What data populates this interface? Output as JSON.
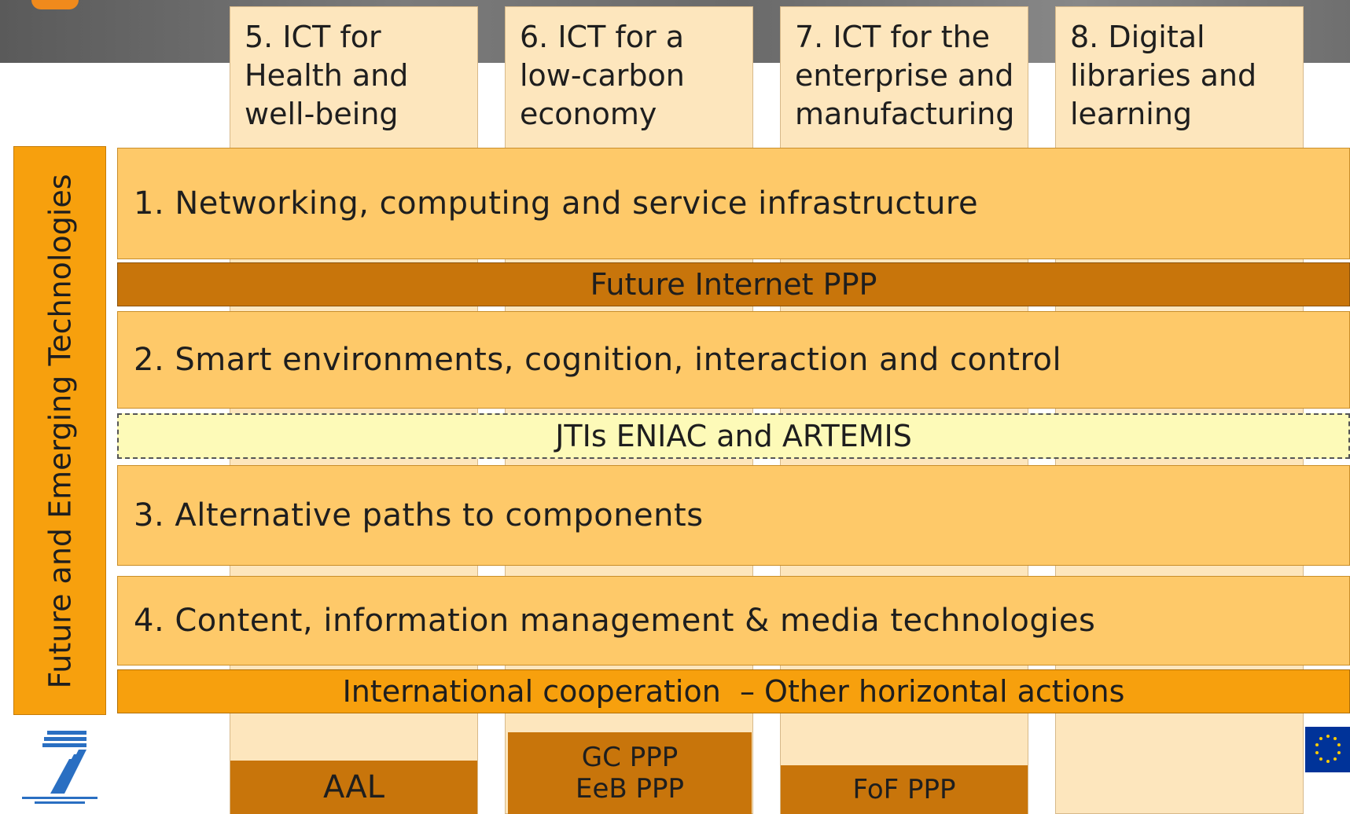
{
  "columns": [
    {
      "label": "5. ICT for Health and well-being"
    },
    {
      "label": "6. ICT for a low-carbon economy"
    },
    {
      "label": "7. ICT for the enterprise and manufacturing"
    },
    {
      "label": "8. Digital libraries and learning"
    }
  ],
  "side": {
    "label": "Future and Emerging Technologies"
  },
  "bands": {
    "networking": "1. Networking, computing and service infrastructure",
    "smart": "2. Smart environments, cognition, interaction and control",
    "alternative": "3. Alternative paths to components",
    "content": "4. Content, information management & media technologies"
  },
  "strips": {
    "future_internet": "Future Internet PPP",
    "jti": "JTIs ENIAC and ARTEMIS",
    "international": "International cooperation  – Other horizontal actions"
  },
  "bottom": {
    "aal": "AAL",
    "gc": "GC PPP",
    "eeb": "EeB PPP",
    "fof": "FoF PPP"
  },
  "colors": {
    "column_fill": "#fde6bd",
    "band_fill": "#fec969",
    "side_fill": "#f7a00d",
    "ppp_fill": "#c8750b",
    "jti_fill": "#fdfab8"
  },
  "icons": [
    "fp7-logo-icon",
    "eu-flag-icon"
  ]
}
